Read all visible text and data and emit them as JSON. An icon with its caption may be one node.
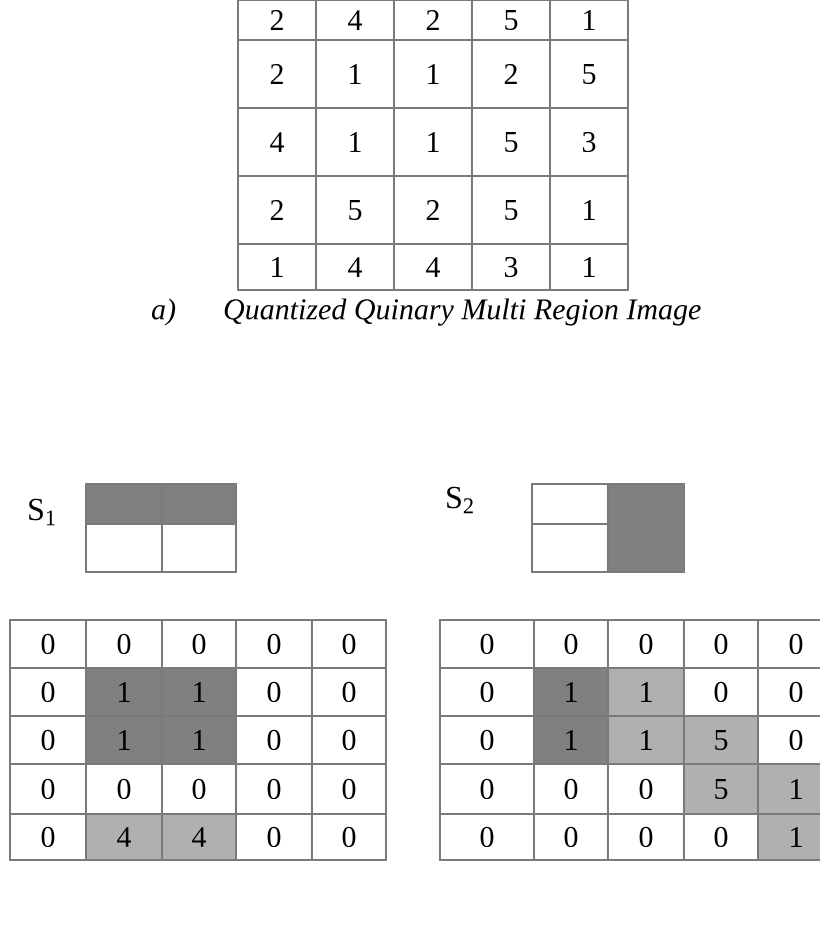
{
  "diagram": {
    "labels": [
      "2",
      "4",
      "2",
      "5",
      "1",
      "2",
      "1",
      "1",
      "2",
      "5",
      "4",
      "1",
      "1",
      "5",
      "3",
      "2",
      "5",
      "2",
      "5",
      "1",
      "1",
      "4",
      "4",
      "3",
      "1",
      "a)",
      "Quantized Quinary Multi Region Image",
      "S$_{1}$",
      "S$_{2}$",
      "0",
      "0",
      "0",
      "0",
      "0",
      "0",
      "1",
      "1",
      "0",
      "0",
      "0",
      "1",
      "1",
      "0",
      "0",
      "0",
      "0",
      "0",
      "0",
      "0",
      "0",
      "4",
      "4",
      "0",
      "0",
      "0",
      "0",
      "0",
      "0",
      "0",
      "0",
      "1",
      "1",
      "0",
      "0",
      "0",
      "1",
      "1",
      "5",
      "0",
      "0",
      "0",
      "0",
      "5",
      "1",
      "0",
      "0",
      "0",
      "0",
      "1"
    ]
  }
}
